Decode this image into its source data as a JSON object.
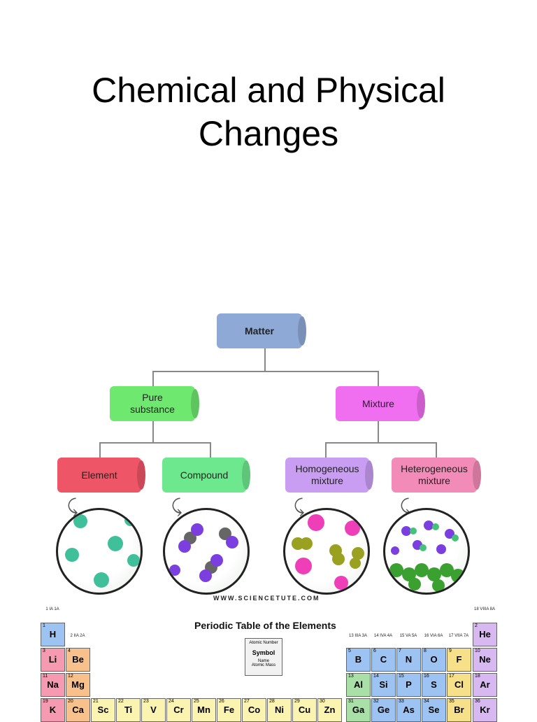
{
  "title": {
    "line1": "Chemical and Physical",
    "line2": "Changes"
  },
  "diagram": {
    "matter": "Matter",
    "pure_substance": "Pure substance",
    "mixture": "Mixture",
    "element": "Element",
    "compound": "Compound",
    "homogeneous": "Homogeneous mixture",
    "heterogeneous": "Heterogeneous mixture",
    "credit": "WWW.SCIENCETUTE.COM",
    "colors": {
      "matter": "#8fa9d6",
      "green": "#6ee86e",
      "magenta": "#f06ef0",
      "red": "#ee5566",
      "violet": "#c99ef2",
      "pink": "#f28bb8"
    }
  },
  "periodic_table": {
    "title": "Periodic Table of the Elements",
    "legend": {
      "num": "Atomic Number",
      "sym": "Symbol",
      "name": "Name",
      "mass": "Atomic Mass"
    },
    "groups": [
      "1 IA 1A",
      "2 IIA 2A",
      "13 IIIA 3A",
      "14 IVA 4A",
      "15 VA 5A",
      "16 VIA 6A",
      "17 VIIA 7A",
      "18 VIIIA 8A"
    ],
    "elements": [
      {
        "n": "1",
        "s": "H"
      },
      {
        "n": "2",
        "s": "He"
      },
      {
        "n": "3",
        "s": "Li"
      },
      {
        "n": "4",
        "s": "Be"
      },
      {
        "n": "5",
        "s": "B"
      },
      {
        "n": "6",
        "s": "C"
      },
      {
        "n": "7",
        "s": "N"
      },
      {
        "n": "8",
        "s": "O"
      },
      {
        "n": "9",
        "s": "F"
      },
      {
        "n": "10",
        "s": "Ne"
      },
      {
        "n": "11",
        "s": "Na"
      },
      {
        "n": "12",
        "s": "Mg"
      },
      {
        "n": "13",
        "s": "Al"
      },
      {
        "n": "14",
        "s": "Si"
      },
      {
        "n": "15",
        "s": "P"
      },
      {
        "n": "16",
        "s": "S"
      },
      {
        "n": "17",
        "s": "Cl"
      },
      {
        "n": "18",
        "s": "Ar"
      },
      {
        "n": "19",
        "s": "K"
      },
      {
        "n": "20",
        "s": "Ca"
      },
      {
        "n": "21",
        "s": "Sc"
      },
      {
        "n": "22",
        "s": "Ti"
      },
      {
        "n": "23",
        "s": "V"
      },
      {
        "n": "24",
        "s": "Cr"
      },
      {
        "n": "25",
        "s": "Mn"
      },
      {
        "n": "26",
        "s": "Fe"
      },
      {
        "n": "27",
        "s": "Co"
      },
      {
        "n": "28",
        "s": "Ni"
      },
      {
        "n": "29",
        "s": "Cu"
      },
      {
        "n": "30",
        "s": "Zn"
      },
      {
        "n": "31",
        "s": "Ga"
      },
      {
        "n": "32",
        "s": "Ge"
      },
      {
        "n": "33",
        "s": "As"
      },
      {
        "n": "34",
        "s": "Se"
      },
      {
        "n": "35",
        "s": "Br"
      },
      {
        "n": "36",
        "s": "Kr"
      }
    ]
  }
}
